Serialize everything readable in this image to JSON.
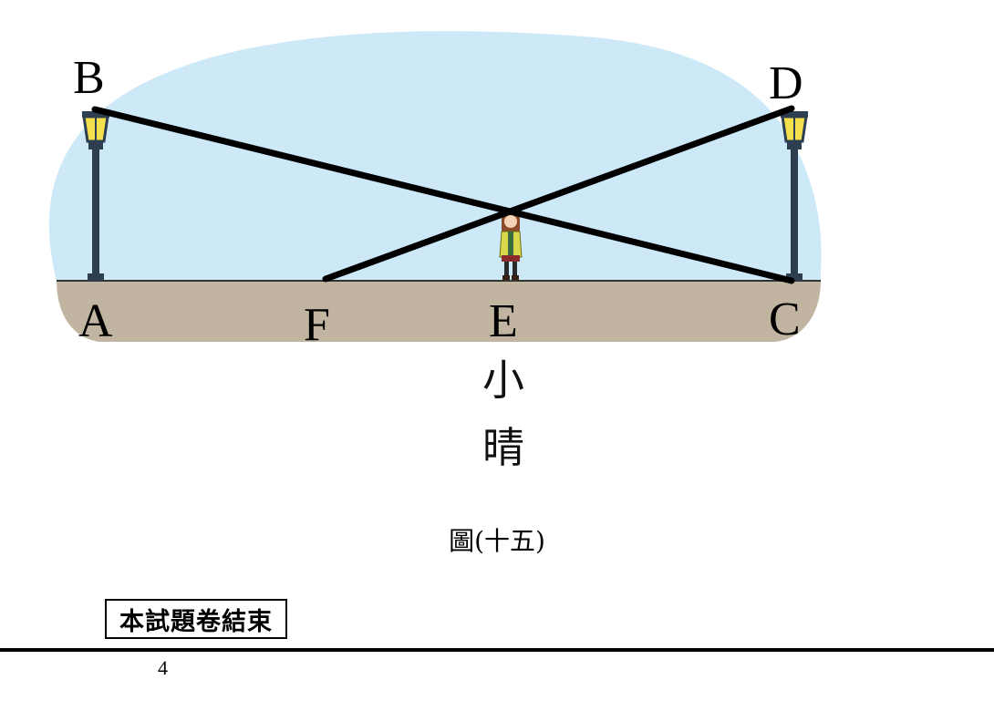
{
  "diagram": {
    "points": {
      "A": "A",
      "B": "B",
      "C": "C",
      "D": "D",
      "E": "E",
      "F": "F"
    },
    "person_name": [
      "小",
      "晴"
    ],
    "caption": "圖(十五)"
  },
  "footer": {
    "end_notice": "本試題卷結束",
    "page_number": "4"
  },
  "colors": {
    "sky": "#cde9f8",
    "ground": "#c1b5a1",
    "lamp_post": "#2c3e50",
    "lamp_light": "#f4e04d",
    "lines": "#000000"
  }
}
